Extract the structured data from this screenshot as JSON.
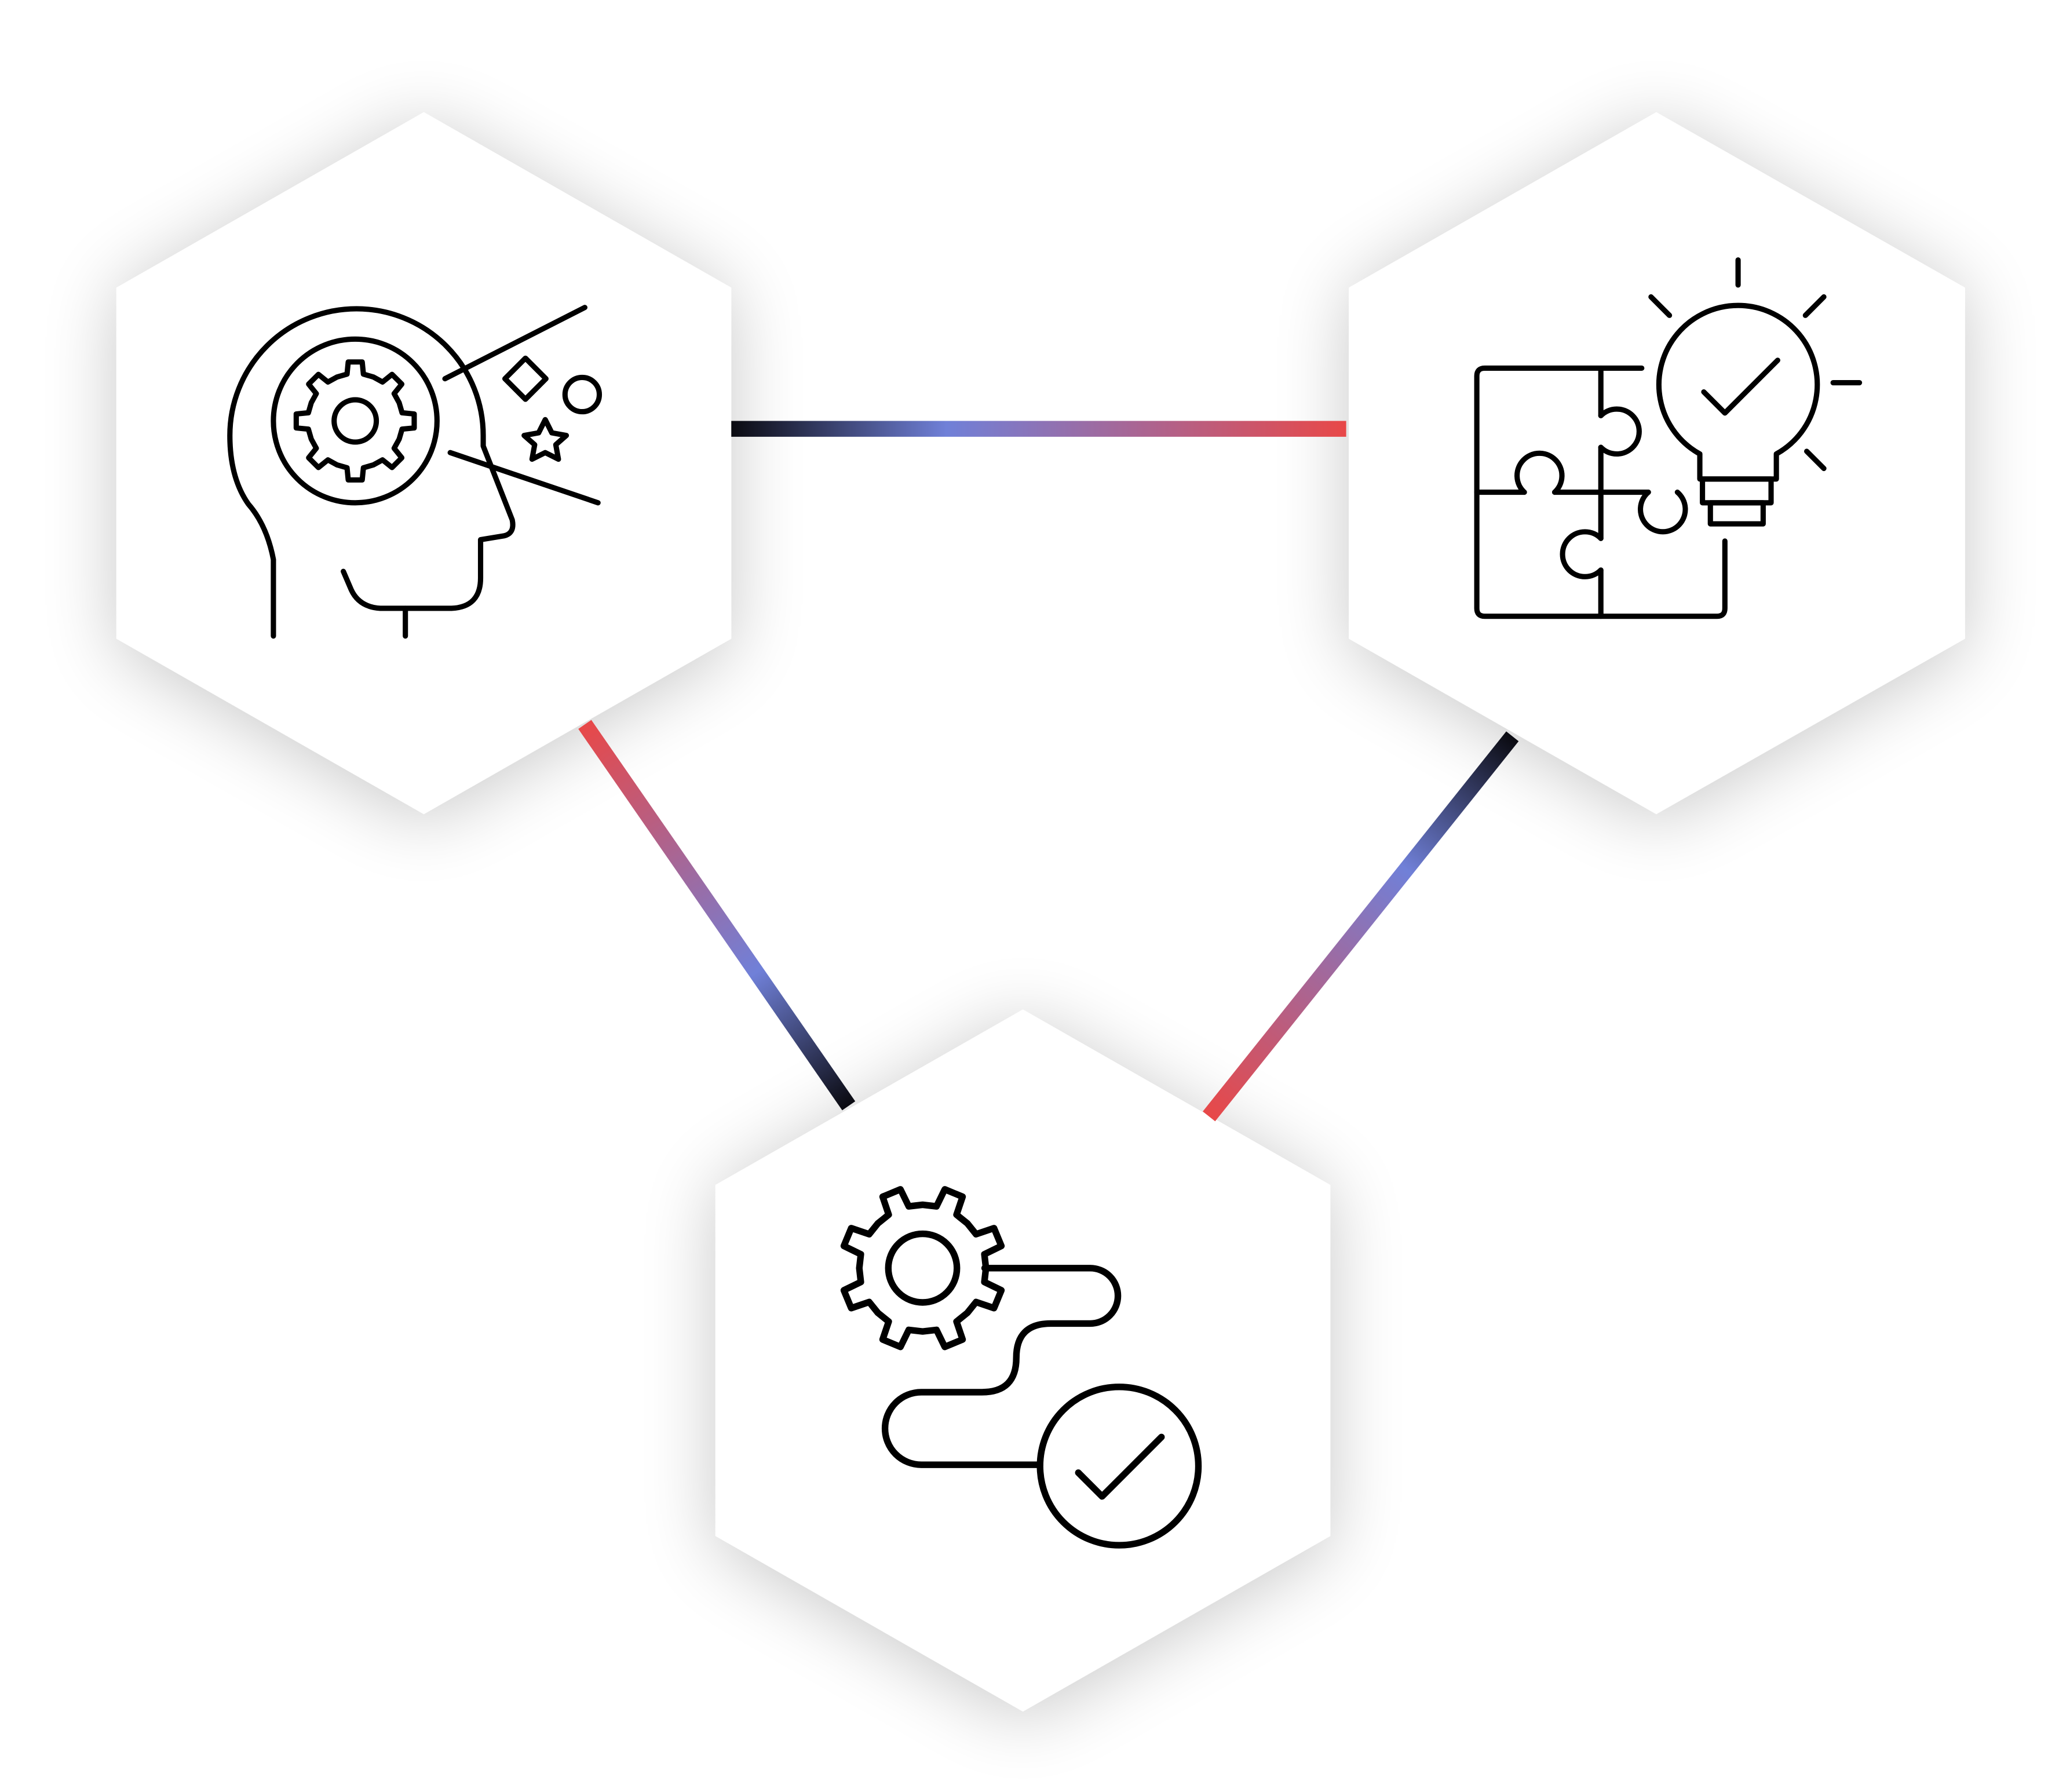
{
  "diagram": {
    "nodes": [
      {
        "id": "mind",
        "icon": "head-with-gear-icon"
      },
      {
        "id": "solution",
        "icon": "puzzle-lightbulb-check-icon"
      },
      {
        "id": "process",
        "icon": "gear-path-check-icon"
      }
    ],
    "connectors": [
      {
        "from": "mind",
        "to": "solution"
      },
      {
        "from": "mind",
        "to": "process"
      },
      {
        "from": "solution",
        "to": "process"
      }
    ],
    "colors": {
      "background": "#ffffff",
      "hexagon_fill": "#ffffff",
      "gradient_dark": "#0a0a10",
      "gradient_mid": "#7080d8",
      "gradient_red": "#e84848",
      "icon_stroke": "#000000"
    }
  }
}
